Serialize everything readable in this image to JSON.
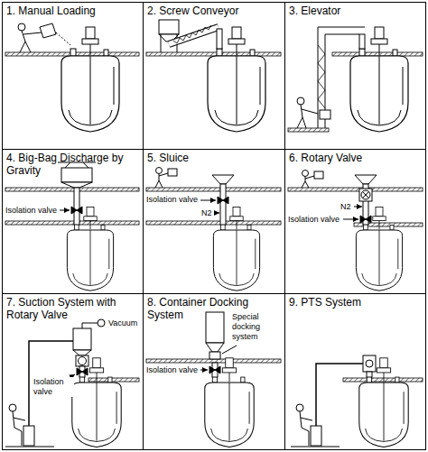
{
  "diagram": {
    "nodes": [
      {
        "text": [
          "1. Manual Loading"
        ]
      },
      {
        "text": [
          "2. Screw Conveyor"
        ]
      },
      {
        "text": [
          "3. Elevator"
        ]
      },
      {
        "text": [
          "4. Big-Bag Discharge by Gravity"
        ]
      },
      {
        "text": [
          "5. Sluice"
        ]
      },
      {
        "text": [
          "6. Rotary Valve"
        ]
      },
      {
        "text": [
          "7. Suction System with Rotary Valve"
        ]
      },
      {
        "text": [
          "8. Container Docking System"
        ]
      },
      {
        "text": [
          "9. PTS System"
        ]
      }
    ],
    "labels": [
      "Isolation valve",
      "Isolation valve",
      "N2",
      "N2",
      "Isolation valve",
      "Vacuum",
      "Isolation valve",
      "Special docking system",
      "Isolation valve"
    ]
  }
}
